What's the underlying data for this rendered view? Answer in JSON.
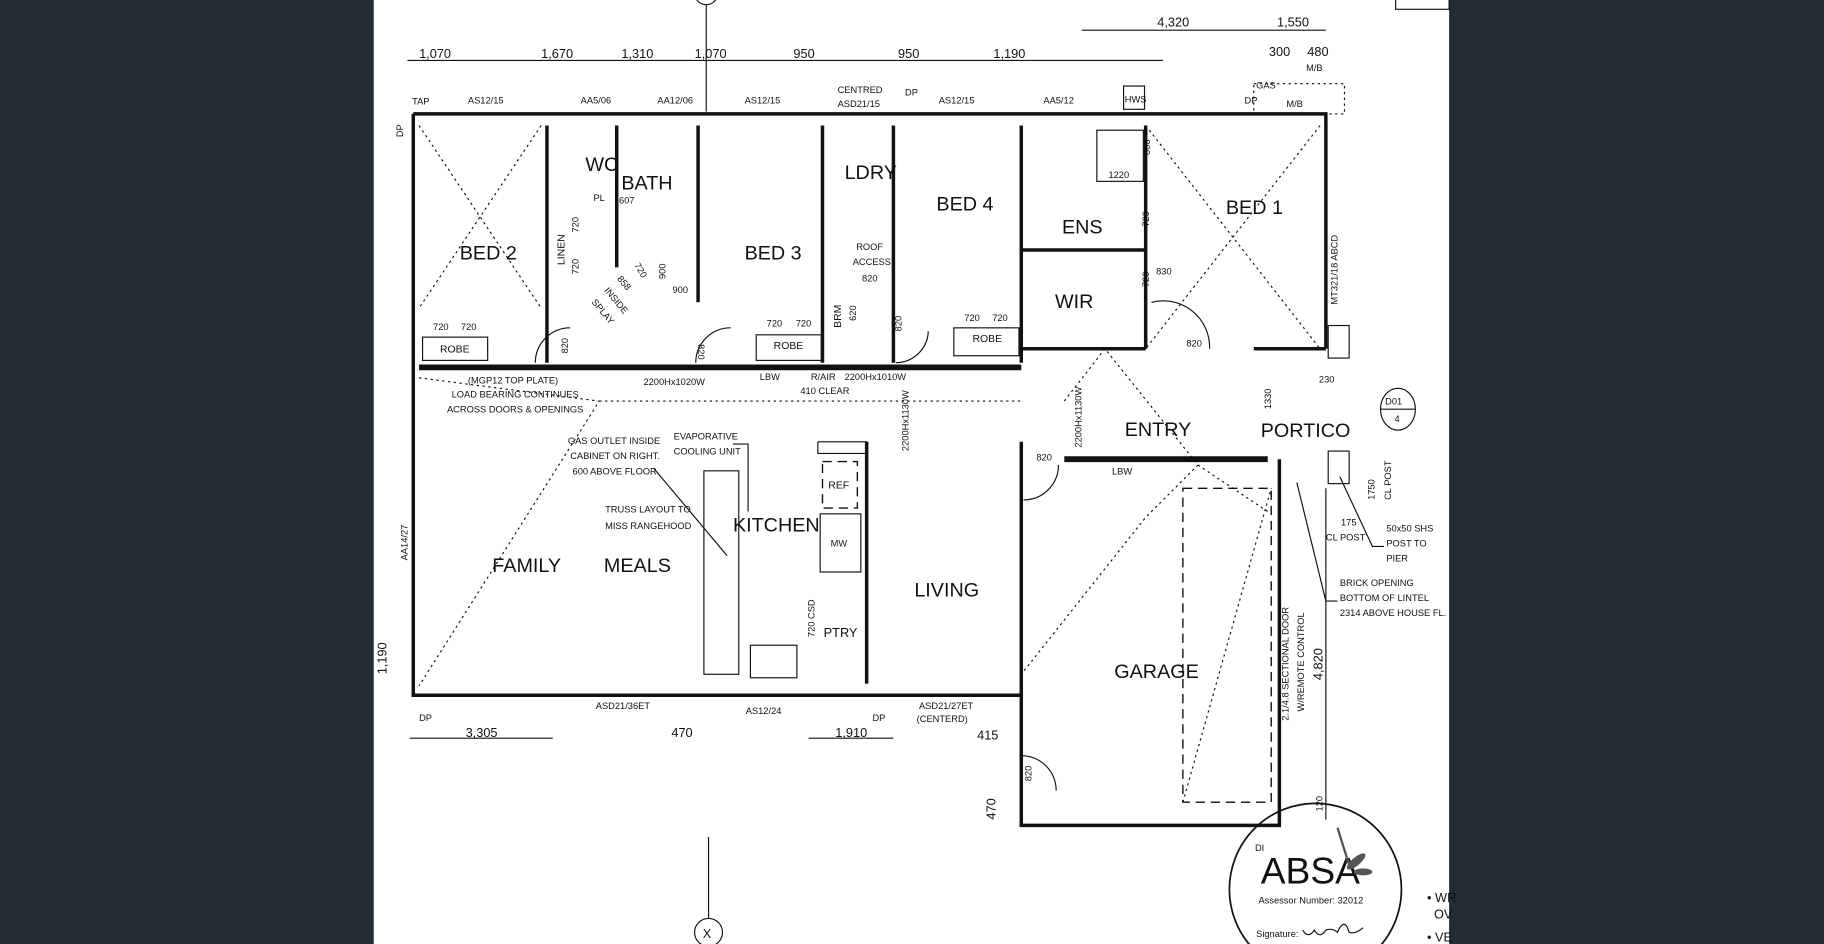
{
  "colors": {
    "viewer_bg": "#222c35",
    "paper": "#ffffff",
    "ink": "#111111"
  },
  "rooms": [
    "BED 2",
    "WC",
    "BATH",
    "BED 3",
    "LDRY",
    "BED 4",
    "ENS",
    "WIR",
    "BED 1",
    "ENTRY",
    "PORTICO",
    "FAMILY",
    "MEALS",
    "KITCHEN",
    "LIVING",
    "GARAGE"
  ],
  "fixtures": [
    "LINEN",
    "ROBE",
    "ROBE",
    "ROBE",
    "BRM",
    "REF",
    "MW",
    "PTRY",
    "ROOF",
    "ACCESS",
    "PL"
  ],
  "top_dimensions": [
    "1,070",
    "1,670",
    "1,310",
    "1,070",
    "950",
    "950",
    "1,190",
    "4,320",
    "1,550",
    "300",
    "480",
    "M/B"
  ],
  "top_window_codes": [
    "TAP",
    "AS12/15",
    "AA5/06",
    "AA12/06",
    "AS12/15",
    "CENTRED",
    "ASD21/15",
    "DP",
    "AS12/15",
    "AA5/12",
    "HWS",
    "GAS",
    "DP",
    "M/B"
  ],
  "bottom_labels": [
    "DP",
    "ASD21/36ET",
    "AS12/24",
    "DP",
    "ASD21/27ET",
    "(CENTERD)",
    "3,305",
    "470",
    "1,910",
    "415",
    "470",
    "1,190",
    "DP",
    "AA14/27",
    "DI"
  ],
  "door_sizes": [
    "720",
    "720",
    "720",
    "720",
    "607",
    "720",
    "900",
    "900",
    "858",
    "INSIDE",
    "SPLAY",
    "820",
    "820",
    "720",
    "720",
    "620",
    "820",
    "820",
    "720",
    "720",
    "1220",
    "900",
    "720",
    "720",
    "830",
    "820",
    "820",
    "820",
    "720 CSD"
  ],
  "notes": {
    "top_plate": [
      "(MGP12 TOP PLATE)",
      "LOAD BEARING CONTINUES",
      "ACROSS DOORS & OPENINGS"
    ],
    "openings": [
      "2200Hx1020W",
      "LBW",
      "R/AIR",
      "410 CLEAR",
      "2200Hx1010W",
      "2200Hx1130W",
      "2200Hx1130W",
      "LBW"
    ],
    "gas": [
      "GAS OUTLET INSIDE",
      "CABINET ON RIGHT.",
      "600 ABOVE FLOOR."
    ],
    "cooling": [
      "EVAPORATIVE",
      "COOLING UNIT"
    ],
    "truss": [
      "TRUSS LAYOUT TO",
      "MISS RANGEHOOD"
    ],
    "lintel": "MT321/18 ABCD",
    "portico": [
      "230",
      "1330",
      "1750",
      "CL POST",
      "175",
      "CL POST"
    ],
    "post": [
      "50x50 SHS",
      "POST TO",
      "PIER"
    ],
    "brick": [
      "BRICK OPENING",
      "BOTTOM OF LINTEL",
      "2314 ABOVE HOUSE FL."
    ],
    "garage_door": [
      "2.1/4.8 SECTIONAL DOOR",
      "W/REMOTE CONTROL"
    ],
    "garage_dims": [
      "4,820",
      "120"
    ],
    "section_marker": [
      "D01",
      "4"
    ],
    "grid_marker": "X",
    "side_notes": [
      "• WR",
      "OV",
      "• VE"
    ]
  },
  "stamp": {
    "logo": "ABSA",
    "assessor": "Assessor Number: 32012",
    "signature_label": "Signature:",
    "signature": "Wayne Moody"
  }
}
